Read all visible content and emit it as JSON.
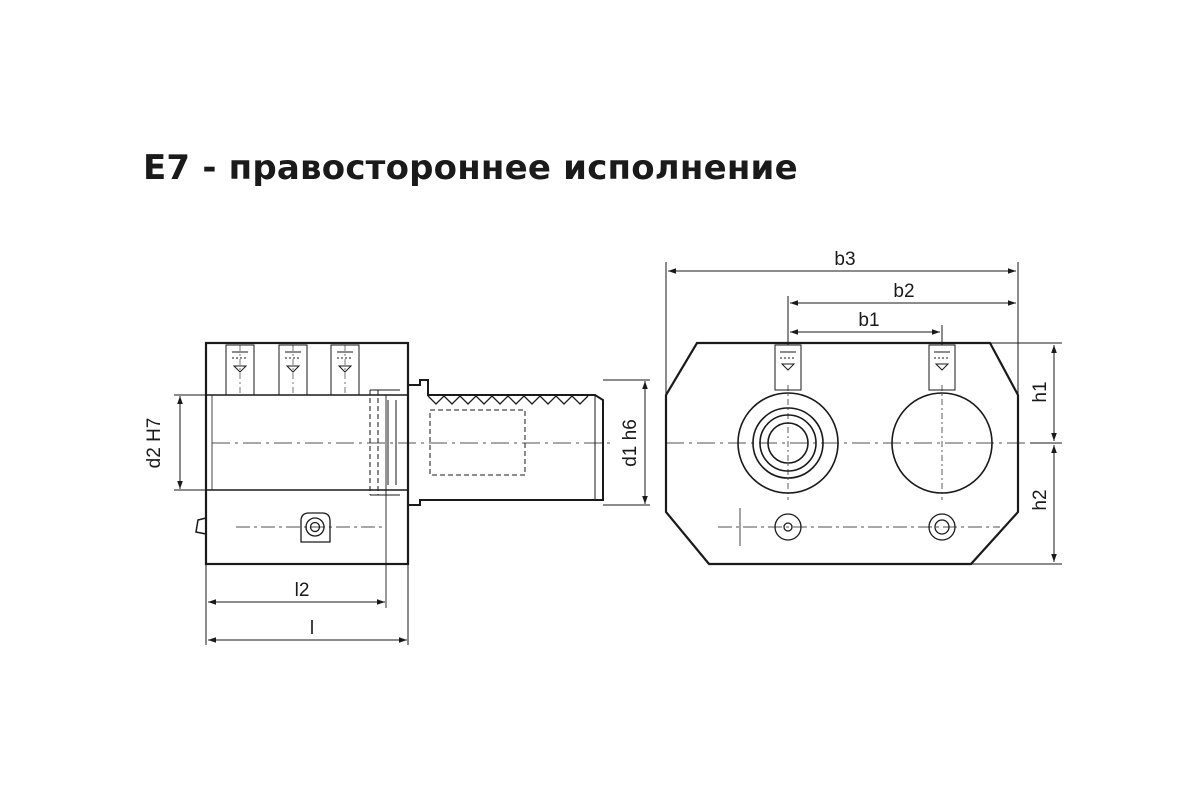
{
  "title": "E7 - правостороннее исполнение",
  "dimensions": {
    "b3": "b3",
    "b2": "b2",
    "b1": "b1",
    "h1": "h1",
    "h2": "h2",
    "d1": "d1 h6",
    "d2": "d2 H7",
    "l2": "l2",
    "l": "l"
  },
  "colors": {
    "line": "#1a1a1a",
    "background": "#ffffff"
  }
}
